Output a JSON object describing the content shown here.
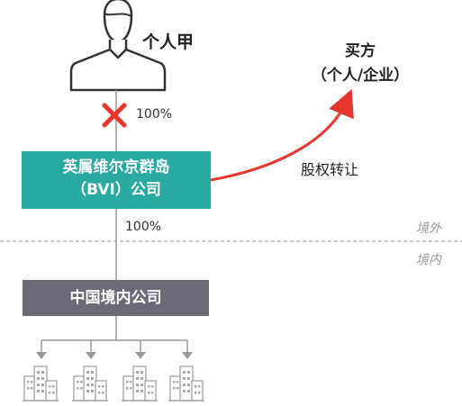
{
  "person": {
    "label": "个人甲",
    "icon": "person-icon"
  },
  "buyer": {
    "title": "买方",
    "subtitle": "（个人/企业）"
  },
  "ownership_top": {
    "percent": "100%",
    "status_icon": "cross-icon"
  },
  "bvi_company": {
    "line1": "英属维尔京群岛",
    "line2": "（BVI）公司"
  },
  "ownership_mid": {
    "percent": "100%"
  },
  "transfer": {
    "label": "股权转让"
  },
  "zones": {
    "offshore": "境外",
    "onshore": "境内"
  },
  "domestic_company": {
    "label": "中国境内公司"
  },
  "subsidiaries": {
    "count": 4,
    "icon": "building-icon"
  },
  "colors": {
    "teal": "#2aa9a1",
    "gray_box": "#6b6b78",
    "red": "#e8352e",
    "line": "#999999"
  }
}
